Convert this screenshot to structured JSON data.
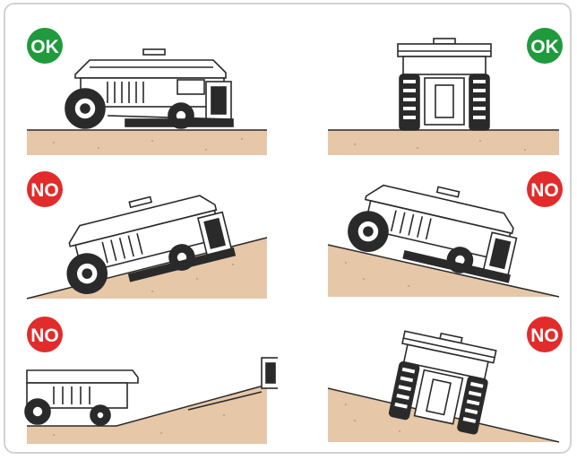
{
  "colors": {
    "ok_badge": "#1f9a3c",
    "no_badge": "#e22b2b",
    "ground": "#e6c7a8",
    "ground_dots": "#c39a78",
    "outline": "#2a2a2a",
    "frame_border": "#d2d2d2"
  },
  "panels": [
    {
      "id": "side-level",
      "badge": "OK",
      "status": "ok",
      "view": "side",
      "terrain": "level"
    },
    {
      "id": "front-level",
      "badge": "OK",
      "status": "ok",
      "view": "front",
      "terrain": "level"
    },
    {
      "id": "side-uphill",
      "badge": "NO",
      "status": "no",
      "view": "side",
      "terrain": "uphill-slope"
    },
    {
      "id": "side-downhill",
      "badge": "NO",
      "status": "no",
      "view": "side",
      "terrain": "downhill-slope"
    },
    {
      "id": "side-ramp-gap",
      "badge": "NO",
      "status": "no",
      "view": "side",
      "terrain": "slope-with-gap"
    },
    {
      "id": "front-side-tilt",
      "badge": "NO",
      "status": "no",
      "view": "front",
      "terrain": "cross-slope"
    }
  ]
}
